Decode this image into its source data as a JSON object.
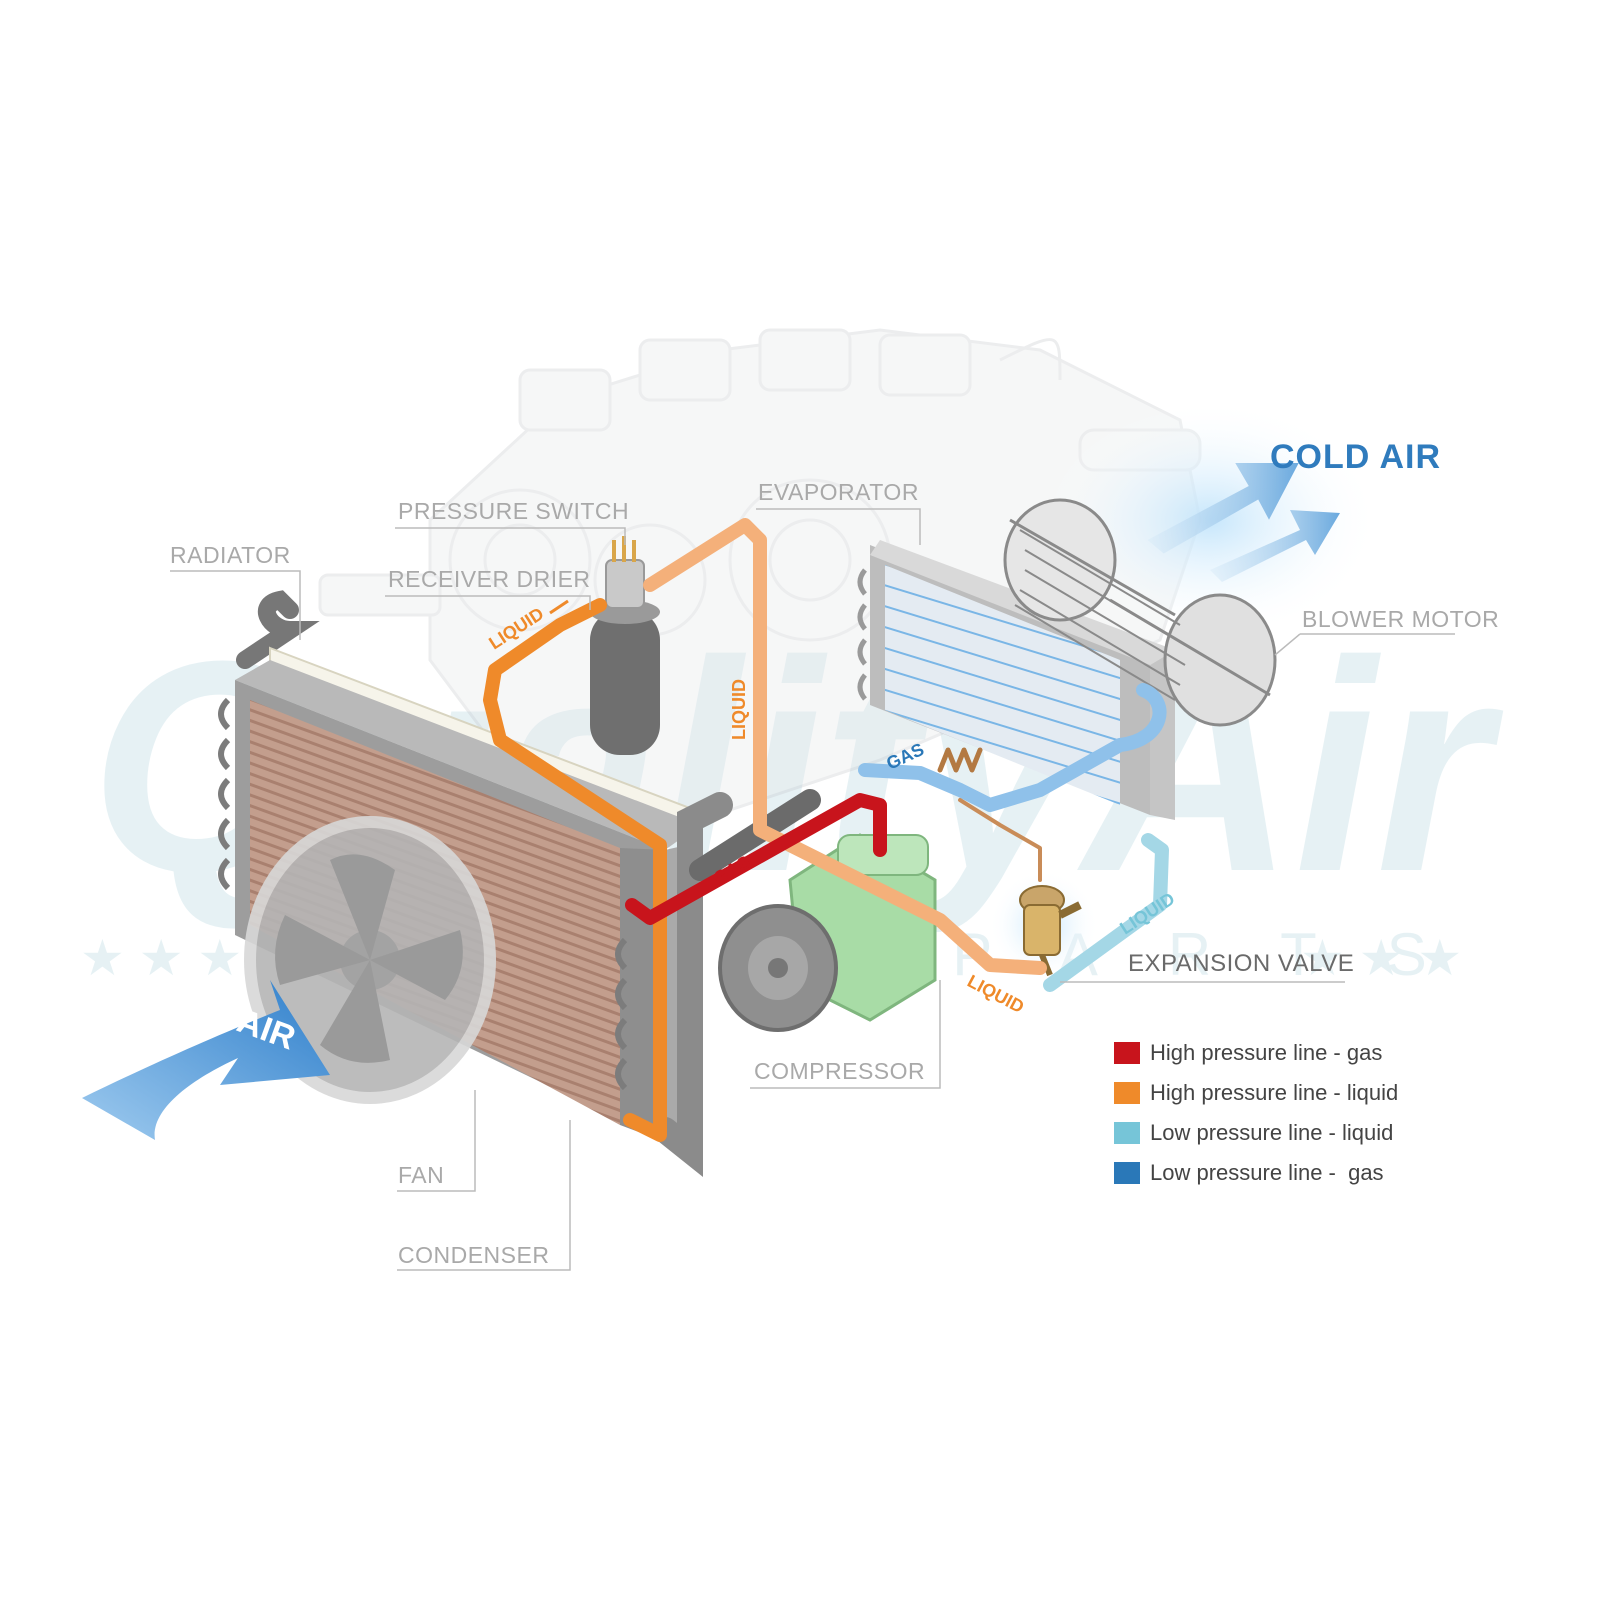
{
  "title": "COLD AIR",
  "components": {
    "radiator": "RADIATOR",
    "pressure_switch": "PRESSURE SWITCH",
    "receiver_drier": "RECEIVER DRIER",
    "evaporator": "EVAPORATOR",
    "blower_motor": "BLOWER MOTOR",
    "expansion_valve": "EXPANSION VALVE",
    "compressor": "COMPRESSOR",
    "fan": "FAN",
    "condenser": "CONDENSER"
  },
  "flow_tags": {
    "liquid_receiver": "LIQUID",
    "liquid_vertical": "LIQUID",
    "gas_high": "GAS",
    "gas_low": "GAS",
    "liquid_low": "LIQUID",
    "liquid_bottom": "LIQUID"
  },
  "air_label": "AIR",
  "watermark": "QualityAir",
  "watermark_sub": "AUTO PARTS",
  "legend": [
    {
      "label": "High pressure line - gas",
      "color": "#c8141c"
    },
    {
      "label": "High pressure line - liquid",
      "color": "#ef8a2a"
    },
    {
      "label": "Low pressure line - liquid",
      "color": "#76c5d8"
    },
    {
      "label": "Low pressure line -  gas",
      "color": "#2a78b8"
    }
  ],
  "colors": {
    "high_gas": "#c8141c",
    "high_liquid": "#ef8a2a",
    "low_liquid": "#76c5d8",
    "low_gas": "#2a78b8",
    "air_arrow": "#3d8fd2",
    "label_gray": "#a9a9a9"
  }
}
